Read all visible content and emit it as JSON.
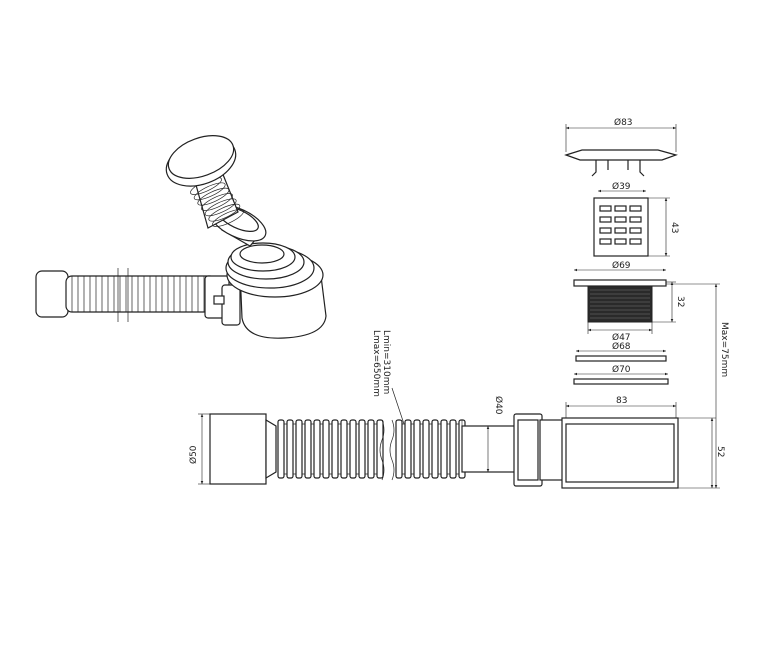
{
  "drawing": {
    "dimensions": {
      "cap_diameter": "Ø83",
      "strainer_diameter": "Ø39",
      "strainer_height": "43",
      "flange_diameter": "Ø69",
      "thread_height": "32",
      "thread_diameter": "Ø47",
      "gasket_upper": "Ø68",
      "gasket_lower": "Ø70",
      "body_width": "83",
      "max_height": "Max=75mm",
      "body_height": "52",
      "pipe_end_diameter": "Ø50",
      "outlet_diameter": "Ø40",
      "hose_length_min": "Lmin=310mm",
      "hose_length_max": "Lmax=650mm"
    }
  }
}
